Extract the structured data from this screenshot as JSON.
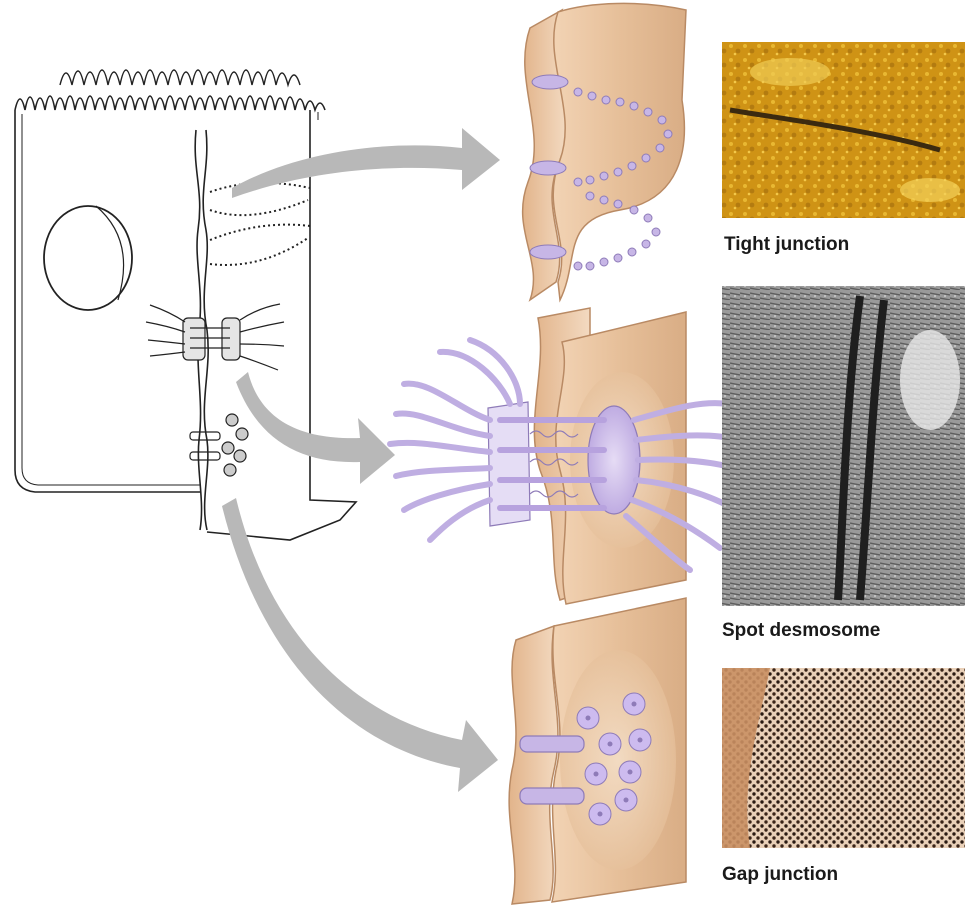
{
  "captions": {
    "tight_junction": "Tight junction",
    "spot_desmosome": "Spot desmosome",
    "gap_junction": "Gap junction"
  },
  "colors": {
    "membrane_tan": "#e8c3a0",
    "membrane_edge": "#b98a64",
    "protein_lavender": "#c7b6e6",
    "protein_edge": "#8e7bb8",
    "arrow_gray": "#b8b8b8",
    "micrograph_tight": "#d8a020",
    "micrograph_desmosome": "#8a8a8a",
    "micrograph_gap": "#b07a4e"
  },
  "icons": {
    "cell": "epithelial-cell-line-drawing",
    "tight": "tight-junction-membrane-icon",
    "desmosome": "desmosome-membrane-icon",
    "gap": "gap-junction-membrane-icon"
  }
}
